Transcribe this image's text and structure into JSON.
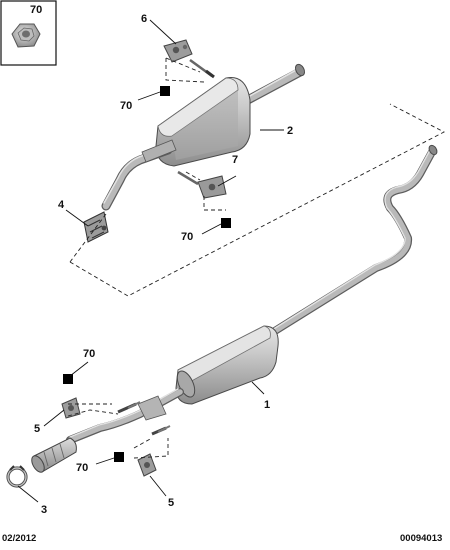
{
  "callouts": {
    "inset_ref": "70",
    "muffler_rear": "2",
    "muffler_front": "1",
    "hanger_top": "6",
    "hanger_mid": "7",
    "clamp_rear": "4",
    "hanger_front_upper": "5",
    "hanger_front_lower": "5",
    "clamp_front": "3",
    "ref_top": "70",
    "ref_mid": "70",
    "ref_front_upper": "70",
    "ref_front_lower": "70"
  },
  "footer": {
    "date": "02/2012",
    "code": "00094013"
  },
  "colors": {
    "pipe_dark": "#5d5d5d",
    "pipe_light": "#b9b9b9",
    "marker": "#000000",
    "text": "#111111"
  }
}
